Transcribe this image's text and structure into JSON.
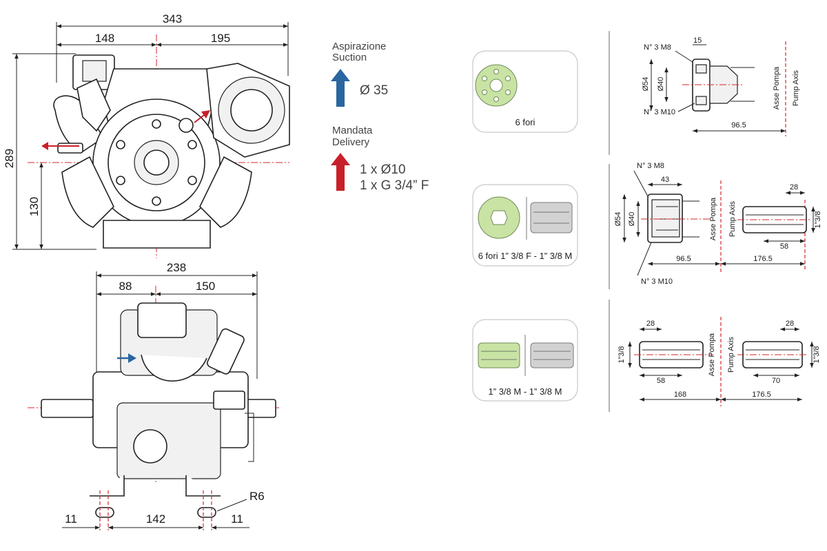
{
  "colors": {
    "suction_arrow": "#2a66a0",
    "delivery_arrow": "#c8202a",
    "axis_line": "#d6262b",
    "green_part": "#c8e3a4",
    "grey_part": "#d2d2d2"
  },
  "front_view": {
    "dim_total_width": "343",
    "dim_left": "148",
    "dim_right": "195",
    "dim_height": "289",
    "dim_axis_height": "130"
  },
  "top_view": {
    "dim_total_width": "238",
    "dim_left": "88",
    "dim_right": "150",
    "dim_slot_left": "11",
    "dim_slot_spacing": "142",
    "dim_slot_right": "11",
    "radius_label": "R6"
  },
  "legend": {
    "suction_label_it": "Aspirazione",
    "suction_label_en": "Suction",
    "suction_value": "Ø 35",
    "delivery_label_it": "Mandata",
    "delivery_label_en": "Delivery",
    "delivery_value_1": "1 x Ø10",
    "delivery_value_2": "1 x G 3/4” F"
  },
  "variants": [
    {
      "thumb_caption": "6 fori",
      "labels": {
        "screws_top": "N° 3 M8",
        "screws_bottom": "N° 3 M10",
        "dim_top": "15",
        "dia_outer": "Ø54",
        "dia_inner": "Ø40",
        "dim_axis": "96.5",
        "axis_it": "Asse Pompa",
        "axis_en": "Pump Axis"
      }
    },
    {
      "thumb_caption": "6 fori 1” 3/8 F - 1” 3/8 M",
      "labels": {
        "screws_top": "N° 3 M8",
        "screws_bottom": "N° 3 M10",
        "dim_top": "43",
        "dia_outer": "Ø54",
        "dia_inner": "Ø40",
        "dim_axis_left": "96.5",
        "dim_axis_right": "176.5",
        "shaft_len": "28",
        "shaft_body": "58",
        "shaft_size": "1”3/8",
        "axis_it": "Asse Pompa",
        "axis_en": "Pump Axis"
      }
    },
    {
      "thumb_caption": "1” 3/8 M - 1” 3/8 M",
      "labels": {
        "left_len": "28",
        "left_body": "58",
        "left_size": "1”3/8",
        "right_len": "28",
        "right_body": "70",
        "right_size": "1”3/8",
        "dim_axis_left": "168",
        "dim_axis_right": "176.5",
        "axis_it": "Asse Pompa",
        "axis_en": "Pump Axis"
      }
    }
  ]
}
